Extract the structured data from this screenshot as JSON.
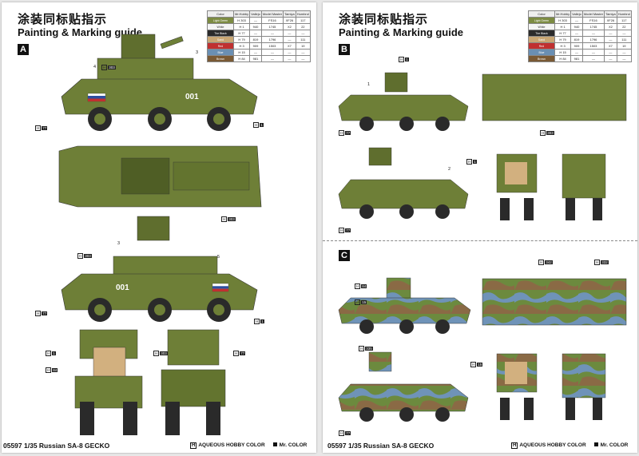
{
  "header": {
    "title_cn": "涂装同标贴指示",
    "title_en": "Painting & Marking guide"
  },
  "footer": {
    "code": "05597  1/35 Russian SA-8 GECKO",
    "legend_h": "H",
    "legend_aqueous": "AQUEOUS HOBBY COLOR",
    "legend_mr": "Mr. COLOR"
  },
  "sections": {
    "a": "A",
    "b": "B",
    "c": "C"
  },
  "vehicle": {
    "number": "001"
  },
  "color_table": {
    "headers": [
      "Color",
      "Mr.Hobby",
      "Vallejo",
      "Model Master",
      "Tamiya",
      "Humbrol"
    ],
    "rows": [
      {
        "name": "Light Green",
        "swatch": "#7c8b42",
        "mrhobby": "H 303",
        "vallejo": "—",
        "modelmaster": "FS16",
        "tamiya": "XF26",
        "humbrol": "117"
      },
      {
        "name": "White",
        "swatch": "#f4f4f4",
        "mrhobby": "H 1",
        "vallejo": "940",
        "modelmaster": "1745",
        "tamiya": "X2",
        "humbrol": "22"
      },
      {
        "name": "Tire Black",
        "swatch": "#2b2b2b",
        "mrhobby": "H 77",
        "vallejo": "—",
        "modelmaster": "—",
        "tamiya": "—",
        "humbrol": "—"
      },
      {
        "name": "Sand",
        "swatch": "#c9a774",
        "mrhobby": "H 79",
        "vallejo": "819",
        "modelmaster": "1796",
        "tamiya": "—",
        "humbrol": "111"
      },
      {
        "name": "Red",
        "swatch": "#c03030",
        "mrhobby": "H 3",
        "vallejo": "909",
        "modelmaster": "1503",
        "tamiya": "X7",
        "humbrol": "19"
      },
      {
        "name": "Blue",
        "swatch": "#6a8fb3",
        "mrhobby": "H 15",
        "vallejo": "—",
        "modelmaster": "—",
        "tamiya": "—",
        "humbrol": "—"
      },
      {
        "name": "Brown",
        "swatch": "#7a5a35",
        "mrhobby": "H 84",
        "vallejo": "981",
        "modelmaster": "—",
        "tamiya": "—",
        "humbrol": "—"
      }
    ]
  },
  "callouts": {
    "h303": "303",
    "h1": "1",
    "h77": "77",
    "h79": "79",
    "h3": "3",
    "h15": "15",
    "h84": "84",
    "h342": "342",
    "h332": "332",
    "h335": "335",
    "h1_label": "1",
    "h2_label": "2",
    "h3_label": "3",
    "h4_label": "4",
    "h5_label": "5"
  },
  "colors": {
    "olive": "#6e7f37",
    "olive_dark": "#4f5e25",
    "sand": "#d2b07f",
    "camo_blue": "#6f93b8",
    "camo_brown": "#8a6a45",
    "camo_green": "#6c8a3e",
    "tire": "#2a2a2a"
  }
}
